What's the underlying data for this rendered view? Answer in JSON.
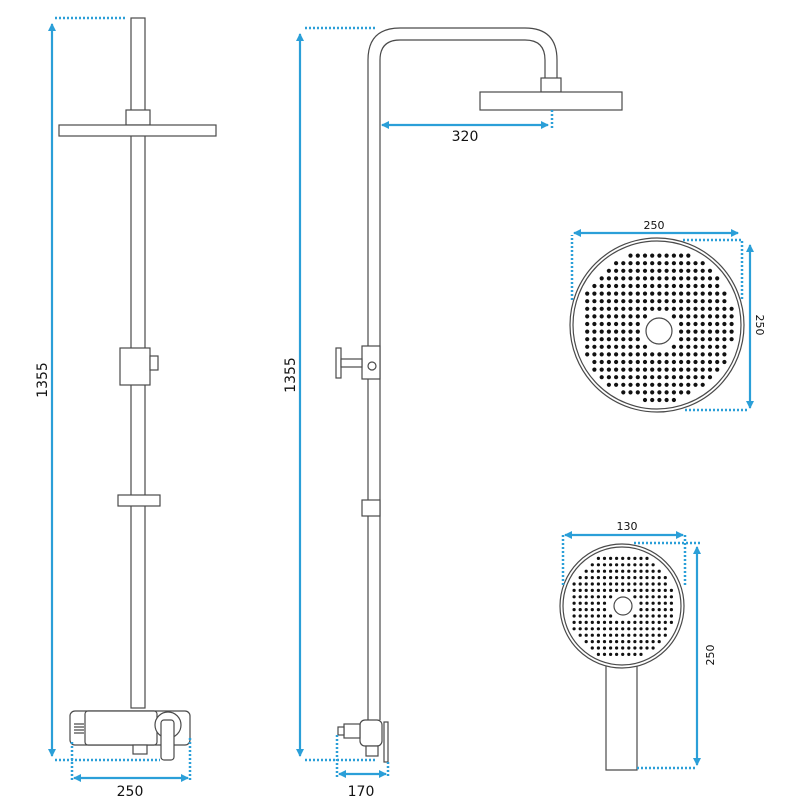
{
  "colors": {
    "dimension": "#2b9fd8",
    "outline": "#4a4a4a"
  },
  "front_view": {
    "height_label": "1355",
    "width_label": "250"
  },
  "side_view": {
    "height_label": "1355",
    "arm_length_label": "320",
    "depth_label": "170"
  },
  "rain_head": {
    "width_label": "250",
    "depth_label": "250"
  },
  "hand_shower": {
    "width_label": "130",
    "length_label": "250"
  }
}
